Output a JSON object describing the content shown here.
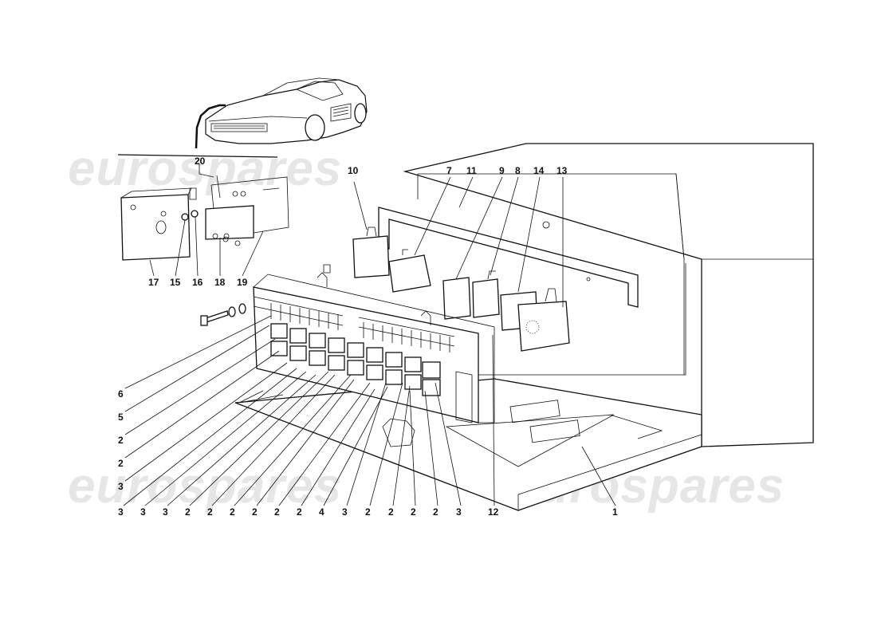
{
  "watermarks": [
    "eurospares",
    "eurospares",
    "eurospares",
    "eurospares"
  ],
  "callouts": {
    "top": [
      "20",
      "10",
      "7",
      "11",
      "9",
      "8",
      "14",
      "13"
    ],
    "left_bracket": [
      "17",
      "15",
      "16",
      "18",
      "19"
    ],
    "left_column": [
      "6",
      "5",
      "2",
      "2",
      "3"
    ],
    "bottom_row": [
      "3",
      "3",
      "3",
      "2",
      "2",
      "2",
      "2",
      "2",
      "2",
      "4",
      "3",
      "2",
      "2",
      "2",
      "2",
      "3",
      "12"
    ],
    "right": [
      "1"
    ]
  }
}
